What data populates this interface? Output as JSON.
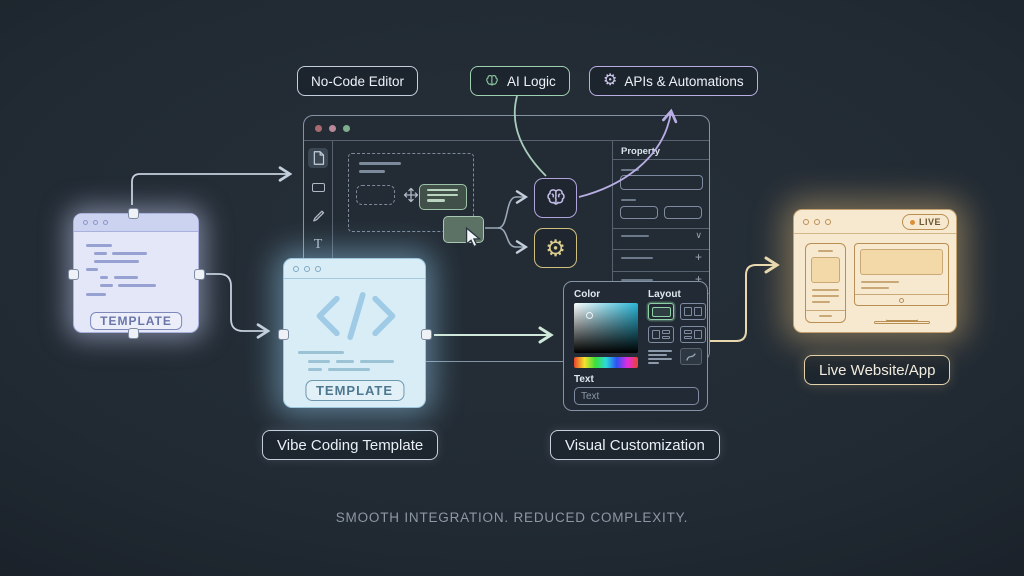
{
  "tagline": "SMOOTH INTEGRATION. REDUCED COMPLEXITY.",
  "top_labels": {
    "no_code_editor": "No-Code Editor",
    "ai_logic": "AI Logic",
    "apis_automations": "APIs & Automations"
  },
  "editor": {
    "property_header": "Property"
  },
  "nodes": {
    "left_template": {
      "badge": "TEMPLATE"
    },
    "vibe_template": {
      "badge": "TEMPLATE"
    }
  },
  "captions": {
    "vibe": "Vibe Coding Template",
    "customization": "Visual Customization",
    "live": "Live Website/App"
  },
  "customization_panel": {
    "color_label": "Color",
    "layout_label": "Layout",
    "text_label": "Text",
    "text_placeholder": "Text"
  },
  "live_window": {
    "badge": "LIVE"
  },
  "icons": {
    "gear": "⚙",
    "plus": "+",
    "chevron": "∨",
    "text_tool": "T"
  },
  "colors": {
    "accent_green": "#9fd0b2",
    "accent_purple": "#b9aee3",
    "accent_yellow": "#cfc080",
    "accent_cream": "#e9d7ae",
    "accent_blue": "#9fcbe6",
    "arrow_slate": "#c3cfdd",
    "live_dot": "#dc8f3a"
  }
}
